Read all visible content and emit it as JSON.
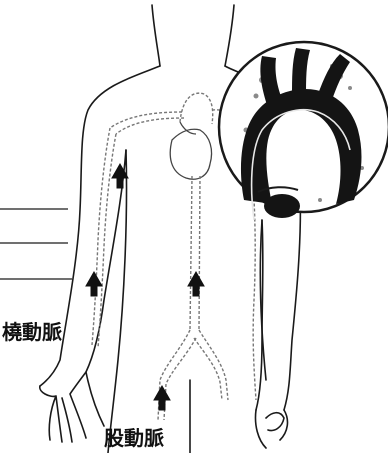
{
  "labels": {
    "radial_artery": "橈動脈",
    "femoral_artery": "股動脈"
  },
  "colors": {
    "outline": "#1a1a1a",
    "artery": "#777777",
    "aorta_fill": "#141414",
    "arrow": "#111111",
    "background": "#ffffff"
  },
  "icons": {
    "flow_arrow": "up-arrow-icon",
    "inset": "magnified-aortic-arch"
  }
}
